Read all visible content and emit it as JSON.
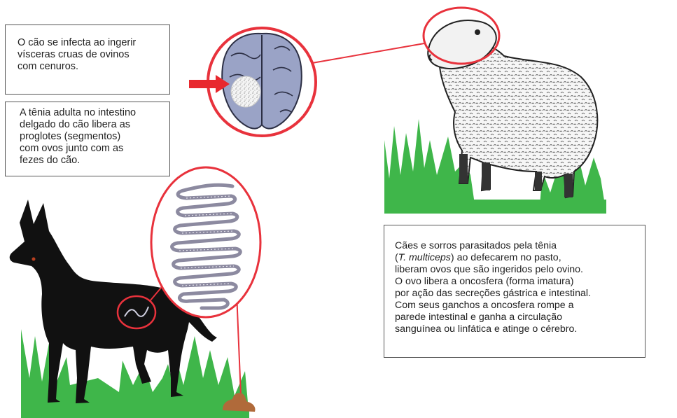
{
  "box_ingestion": {
    "lines": [
      "O cão se infecta ao ingerir",
      "vísceras cruas de ovinos",
      "com cenuros."
    ]
  },
  "box_adult": {
    "lines": [
      "A tênia adulta no intestino",
      "delgado do cão libera as",
      "proglotes (segmentos)",
      "com ovos junto com as",
      "fezes do cão."
    ]
  },
  "box_cycle": {
    "line1": "Cães e sorros parasitados pela tênia",
    "line2_open": "(",
    "line2_species": "T. multiceps",
    "line2_rest": ") ao defecarem no pasto,",
    "lines": [
      "liberam ovos que são ingeridos pelo ovino.",
      "O ovo libera a oncosfera (forma imatura)",
      "por ação das secreções gástrica e intestinal.",
      "Com seus ganchos a oncosfera rompe a",
      "parede intestinal e ganha a circulação",
      "sanguínea ou linfática e atinge o cérebro."
    ]
  },
  "colors": {
    "circle": "#e8323c",
    "arrow": "#e8282e",
    "grass": "#3fb64a",
    "brain": "#9aa3c6",
    "dog": "#111111",
    "feces": "#b06a3a",
    "worm": "#8c8aa0"
  },
  "illustrations": [
    "sheep",
    "brain-with-cyst",
    "dog",
    "tapeworm",
    "feces",
    "grass"
  ]
}
